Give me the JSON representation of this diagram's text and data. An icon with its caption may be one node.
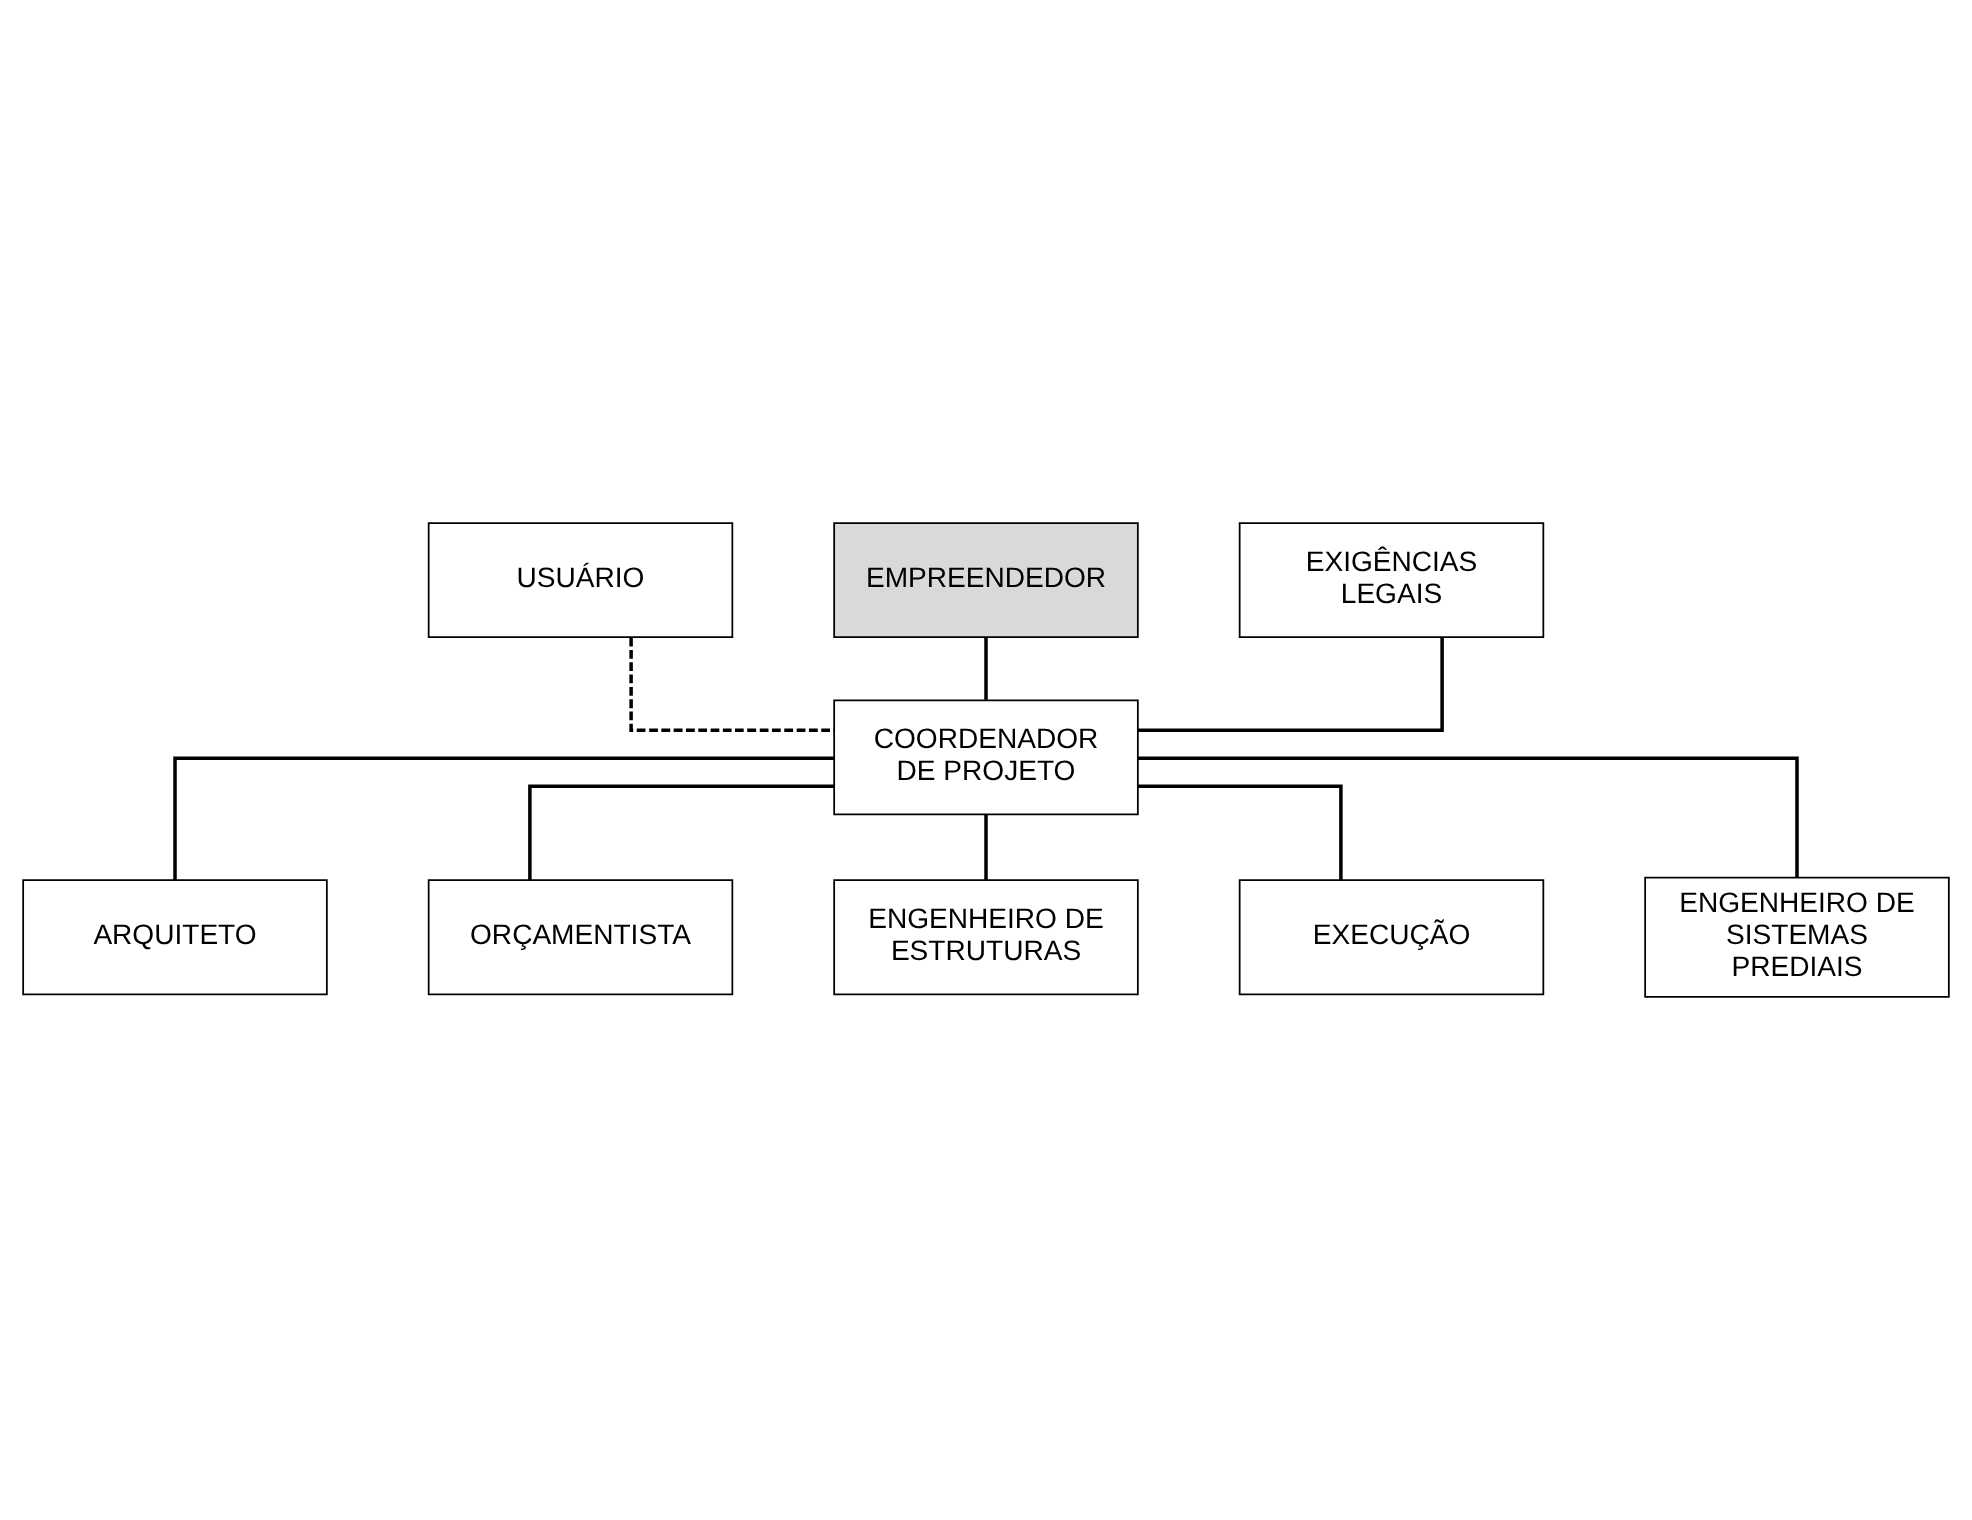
{
  "diagram": {
    "nodes": [
      {
        "text": [
          "EMPREENDEDOR"
        ]
      },
      {
        "text": [
          "USUÁRIO"
        ]
      },
      {
        "text": [
          "EXIGÊNCIAS LEGAIS"
        ]
      },
      {
        "text": [
          "COORDENADOR DE PROJETO"
        ]
      },
      {
        "text": [
          "ARQUITETO"
        ]
      },
      {
        "text": [
          "ORÇAMENTISTA"
        ]
      },
      {
        "text": [
          "ENGENHEIRO DE ESTRUTURAS"
        ]
      },
      {
        "text": [
          "EXECUÇÃO"
        ]
      },
      {
        "text": [
          "ENGENHEIRO DE SISTEMAS PREDIAIS"
        ]
      }
    ],
    "edges": [
      {
        "from": 0,
        "to": 3,
        "arrow": "none"
      },
      {
        "from": 1,
        "to": 3,
        "arrow": "none",
        "style": "dashed"
      },
      {
        "from": 2,
        "to": 3,
        "arrow": "none"
      },
      {
        "from": 3,
        "to": 4,
        "arrow": "none"
      },
      {
        "from": 3,
        "to": 5,
        "arrow": "none"
      },
      {
        "from": 3,
        "to": 6,
        "arrow": "none"
      },
      {
        "from": 3,
        "to": 7,
        "arrow": "none"
      },
      {
        "from": 3,
        "to": 8,
        "arrow": "none"
      }
    ]
  }
}
